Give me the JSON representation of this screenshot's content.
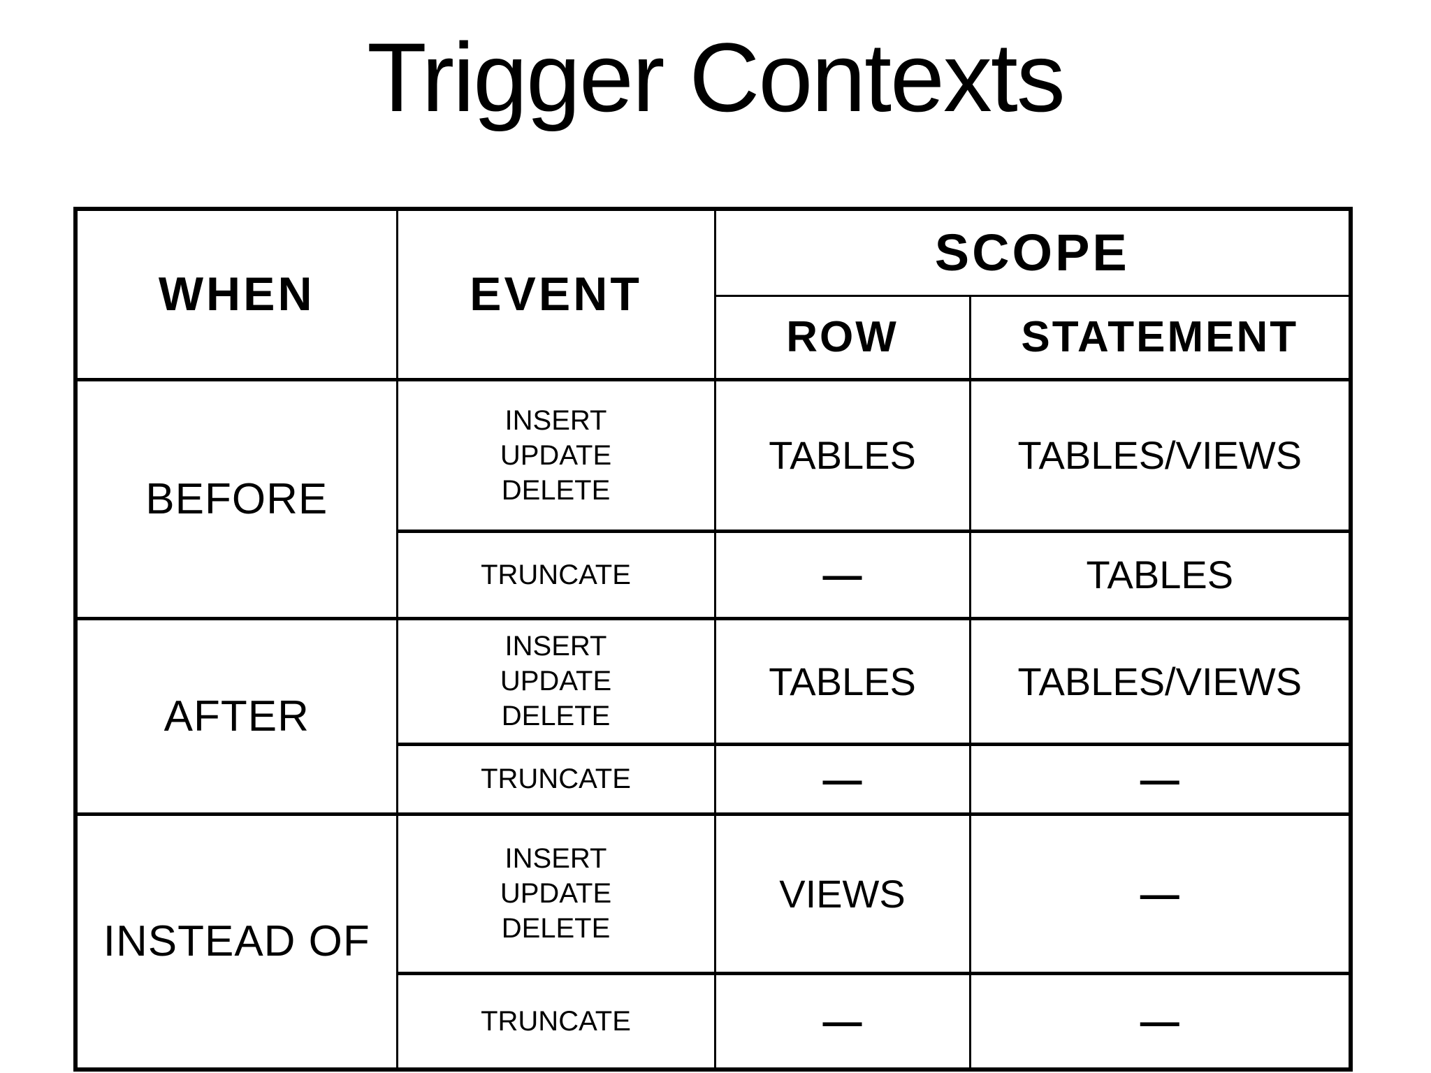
{
  "title": "Trigger Contexts",
  "colors": {
    "background": "#ffffff",
    "text": "#000000",
    "border": "#000000"
  },
  "table": {
    "headers": {
      "when": "WHEN",
      "event": "EVENT",
      "scope": "SCOPE",
      "row": "ROW",
      "statement": "STATEMENT"
    },
    "groups": [
      {
        "when": "BEFORE",
        "rows": [
          {
            "event_lines": [
              "INSERT",
              "UPDATE",
              "DELETE"
            ],
            "row": "TABLES",
            "statement": "TABLES/VIEWS"
          },
          {
            "event_lines": [
              "TRUNCATE"
            ],
            "row": "—",
            "statement": "TABLES"
          }
        ]
      },
      {
        "when": "AFTER",
        "rows": [
          {
            "event_lines": [
              "INSERT",
              "UPDATE",
              "DELETE"
            ],
            "row": "TABLES",
            "statement": "TABLES/VIEWS"
          },
          {
            "event_lines": [
              "TRUNCATE"
            ],
            "row": "—",
            "statement": "—"
          }
        ]
      },
      {
        "when": "INSTEAD OF",
        "rows": [
          {
            "event_lines": [
              "INSERT",
              "UPDATE",
              "DELETE"
            ],
            "row": "VIEWS",
            "statement": "—"
          },
          {
            "event_lines": [
              "TRUNCATE"
            ],
            "row": "—",
            "statement": "—"
          }
        ]
      }
    ]
  }
}
